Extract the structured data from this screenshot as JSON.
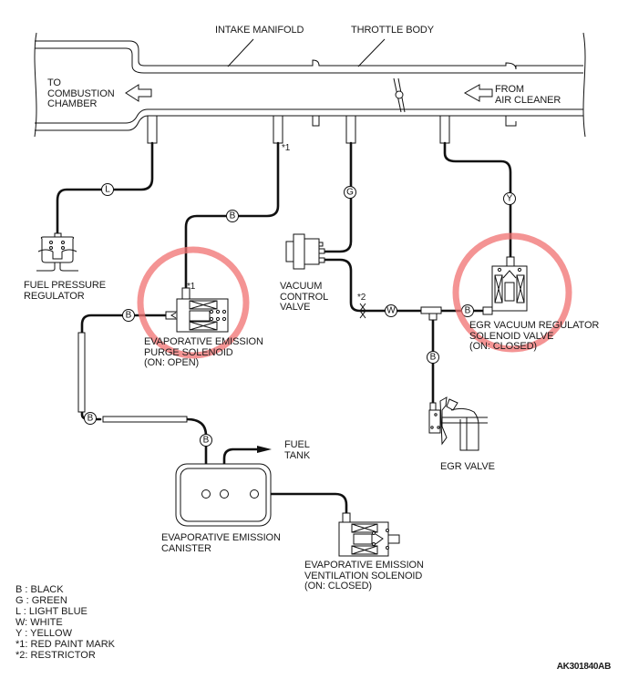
{
  "figure_code": "AK301840AB",
  "highlight_color": "#f07070",
  "labels": {
    "intake_manifold": "INTAKE MANIFOLD",
    "throttle_body": "THROTTLE BODY",
    "to_combustion": "TO\nCOMBUSTION\nCHAMBER",
    "from_air_cleaner": "FROM\nAIR CLEANER",
    "fuel_pressure_regulator": "FUEL PRESSURE\nREGULATOR",
    "vacuum_control_valve": "VACUUM\nCONTROL\nVALVE",
    "purge_solenoid": "EVAPORATIVE EMISSION\nPURGE SOLENOID\n(ON: OPEN)",
    "egr_regulator": "EGR VACUUM REGULATOR\nSOLENOID VALVE\n(ON: CLOSED)",
    "egr_valve": "EGR VALVE",
    "fuel_tank": "FUEL\nTANK",
    "canister": "EVAPORATIVE EMISSION\nCANISTER",
    "ventilation_solenoid": "EVAPORATIVE EMISSION\nVENTILATION SOLENOID\n(ON: CLOSED)",
    "mark_1a": "*1",
    "mark_1b": "*1",
    "mark_2": "*2"
  },
  "hose_tags": {
    "fpr": "L",
    "purge_top": "B",
    "vcv": "G",
    "egr_reg_top": "Y",
    "purge_side": "B",
    "restrictor_line": "W",
    "egr_reg_side": "B",
    "egr_valve_line": "B",
    "left_lower": "B",
    "canister_in": "B"
  },
  "legend": [
    "B : BLACK",
    "G : GREEN",
    "L : LIGHT BLUE",
    "W: WHITE",
    "Y : YELLOW",
    "*1: RED PAINT MARK",
    "*2: RESTRICTOR"
  ]
}
